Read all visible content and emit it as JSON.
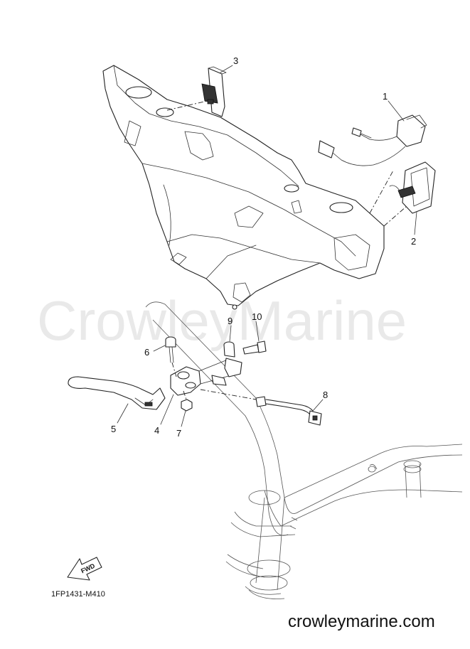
{
  "watermark": "CrowleyMarine",
  "site_url": "crowleymarine.com",
  "diagram_code": "1FP1431-M410",
  "fwd_label": "FWD",
  "callouts": {
    "c1": "1",
    "c2": "2",
    "c3": "3",
    "c4": "4",
    "c5": "5",
    "c6": "6",
    "c7": "7",
    "c8": "8",
    "c9": "9",
    "c10": "10"
  }
}
